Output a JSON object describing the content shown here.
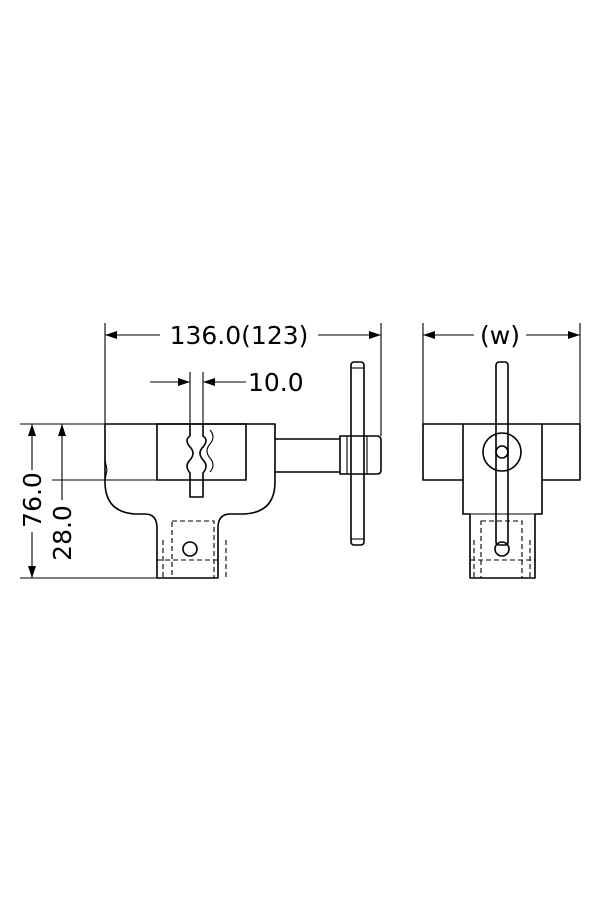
{
  "diagram": {
    "dimensions": {
      "overall_width": "136.0(123)",
      "slot_width": "10.0",
      "overall_height": "76.0",
      "jaw_height": "28.0",
      "side_width": "(w)"
    },
    "stroke_color": "#000000",
    "background_color": "#ffffff"
  }
}
